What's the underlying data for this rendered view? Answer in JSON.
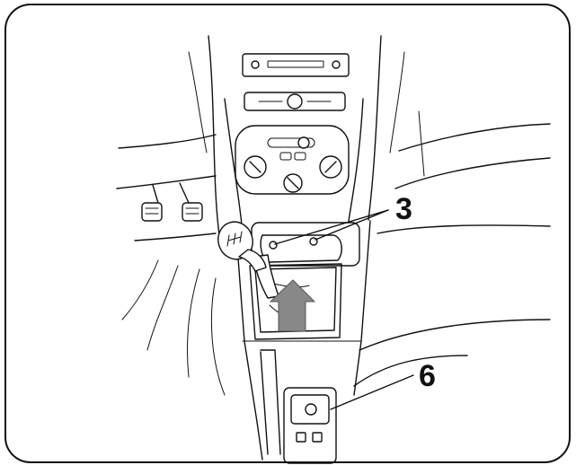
{
  "callouts": [
    {
      "id": "3",
      "label": "3"
    },
    {
      "id": "6",
      "label": "6"
    }
  ],
  "colors": {
    "line": "#111111",
    "arrow": "#888888",
    "background": "#ffffff"
  },
  "icons": {
    "gear_pattern": "manual-gear-pattern-icon",
    "shift_arrow": "up-arrow-icon"
  }
}
